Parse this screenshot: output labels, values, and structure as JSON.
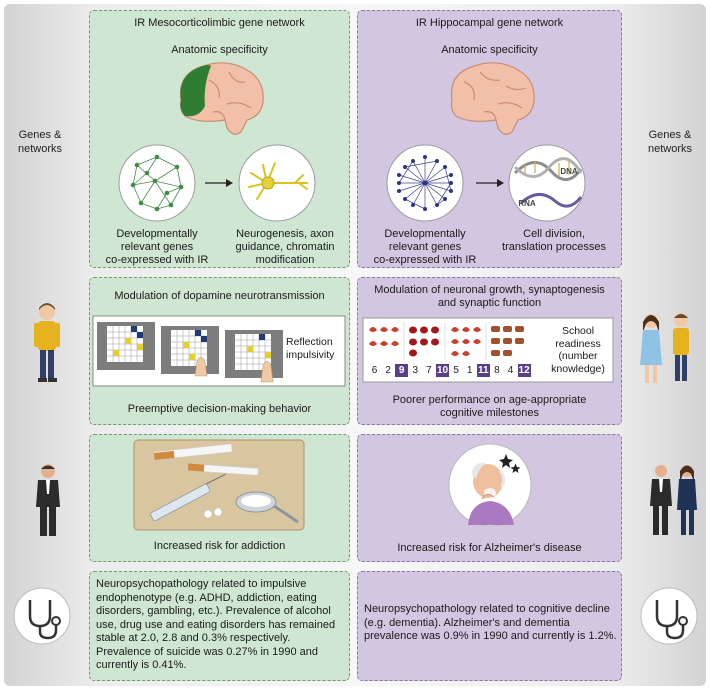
{
  "side": {
    "genes_left": [
      "Genes &",
      "networks"
    ],
    "genes_right": [
      "Genes &",
      "networks"
    ]
  },
  "left": {
    "title": "IR Mesocorticolimbic gene network",
    "anatomic": "Anatomic specificity",
    "network_caption": [
      "Developmentally",
      "relevant genes",
      "co-expressed with IR"
    ],
    "function_caption": [
      "Neurogenesis, axon",
      "guidance, chromatin",
      "modification"
    ],
    "modulation": "Modulation of dopamine neurotransmission",
    "task_label": [
      "Reflection",
      "impulsivity"
    ],
    "behavior": "Preemptive decision-making behavior",
    "risk": "Increased risk for addiction",
    "patho": "Neuropsychopathology related to impulsive endophenotype (e.g. ADHD, addiction, eating disorders, gambling, etc.). Prevalence of alcohol use, drug use and eating disorders has remained stable at 2.0, 2.8 and 0.3% respectively. Prevalence of suicide was 0.27% in 1990 and currently is 0.41%."
  },
  "right": {
    "title": "IR Hippocampal gene network",
    "anatomic": "Anatomic specificity",
    "network_caption": [
      "Developmentally",
      "relevant genes",
      "co-expressed with IR"
    ],
    "function_caption": [
      "Cell division,",
      "translation processes"
    ],
    "dna_label": "DNA",
    "rna_label": "RNA",
    "modulation": [
      "Modulation of neuronal growth, synaptogenesis",
      "and synaptic function"
    ],
    "task_label": [
      "School",
      "readiness",
      "(number",
      "knowledge)"
    ],
    "numbers": [
      {
        "v": "6",
        "hl": false
      },
      {
        "v": "2",
        "hl": false
      },
      {
        "v": "9",
        "hl": true
      },
      {
        "v": "3",
        "hl": false
      },
      {
        "v": "7",
        "hl": false
      },
      {
        "v": "10",
        "hl": true
      },
      {
        "v": "5",
        "hl": false
      },
      {
        "v": "1",
        "hl": false
      },
      {
        "v": "11",
        "hl": true
      },
      {
        "v": "8",
        "hl": false
      },
      {
        "v": "4",
        "hl": false
      },
      {
        "v": "12",
        "hl": true
      }
    ],
    "behavior": [
      "Poorer performance on age-appropriate",
      "cognitive milestones"
    ],
    "risk": "Increased risk for Alzheimer's disease",
    "patho": "Neuropsychopathology related to cognitive decline (e.g. dementia). Alzheimer's and dementia prevalence was 0.9% in 1990 and currently is 1.2%."
  },
  "colors": {
    "green_panel": "#cfe7d2",
    "purple_panel": "#d3c6e0",
    "highlight_number": "#5b3f86"
  }
}
